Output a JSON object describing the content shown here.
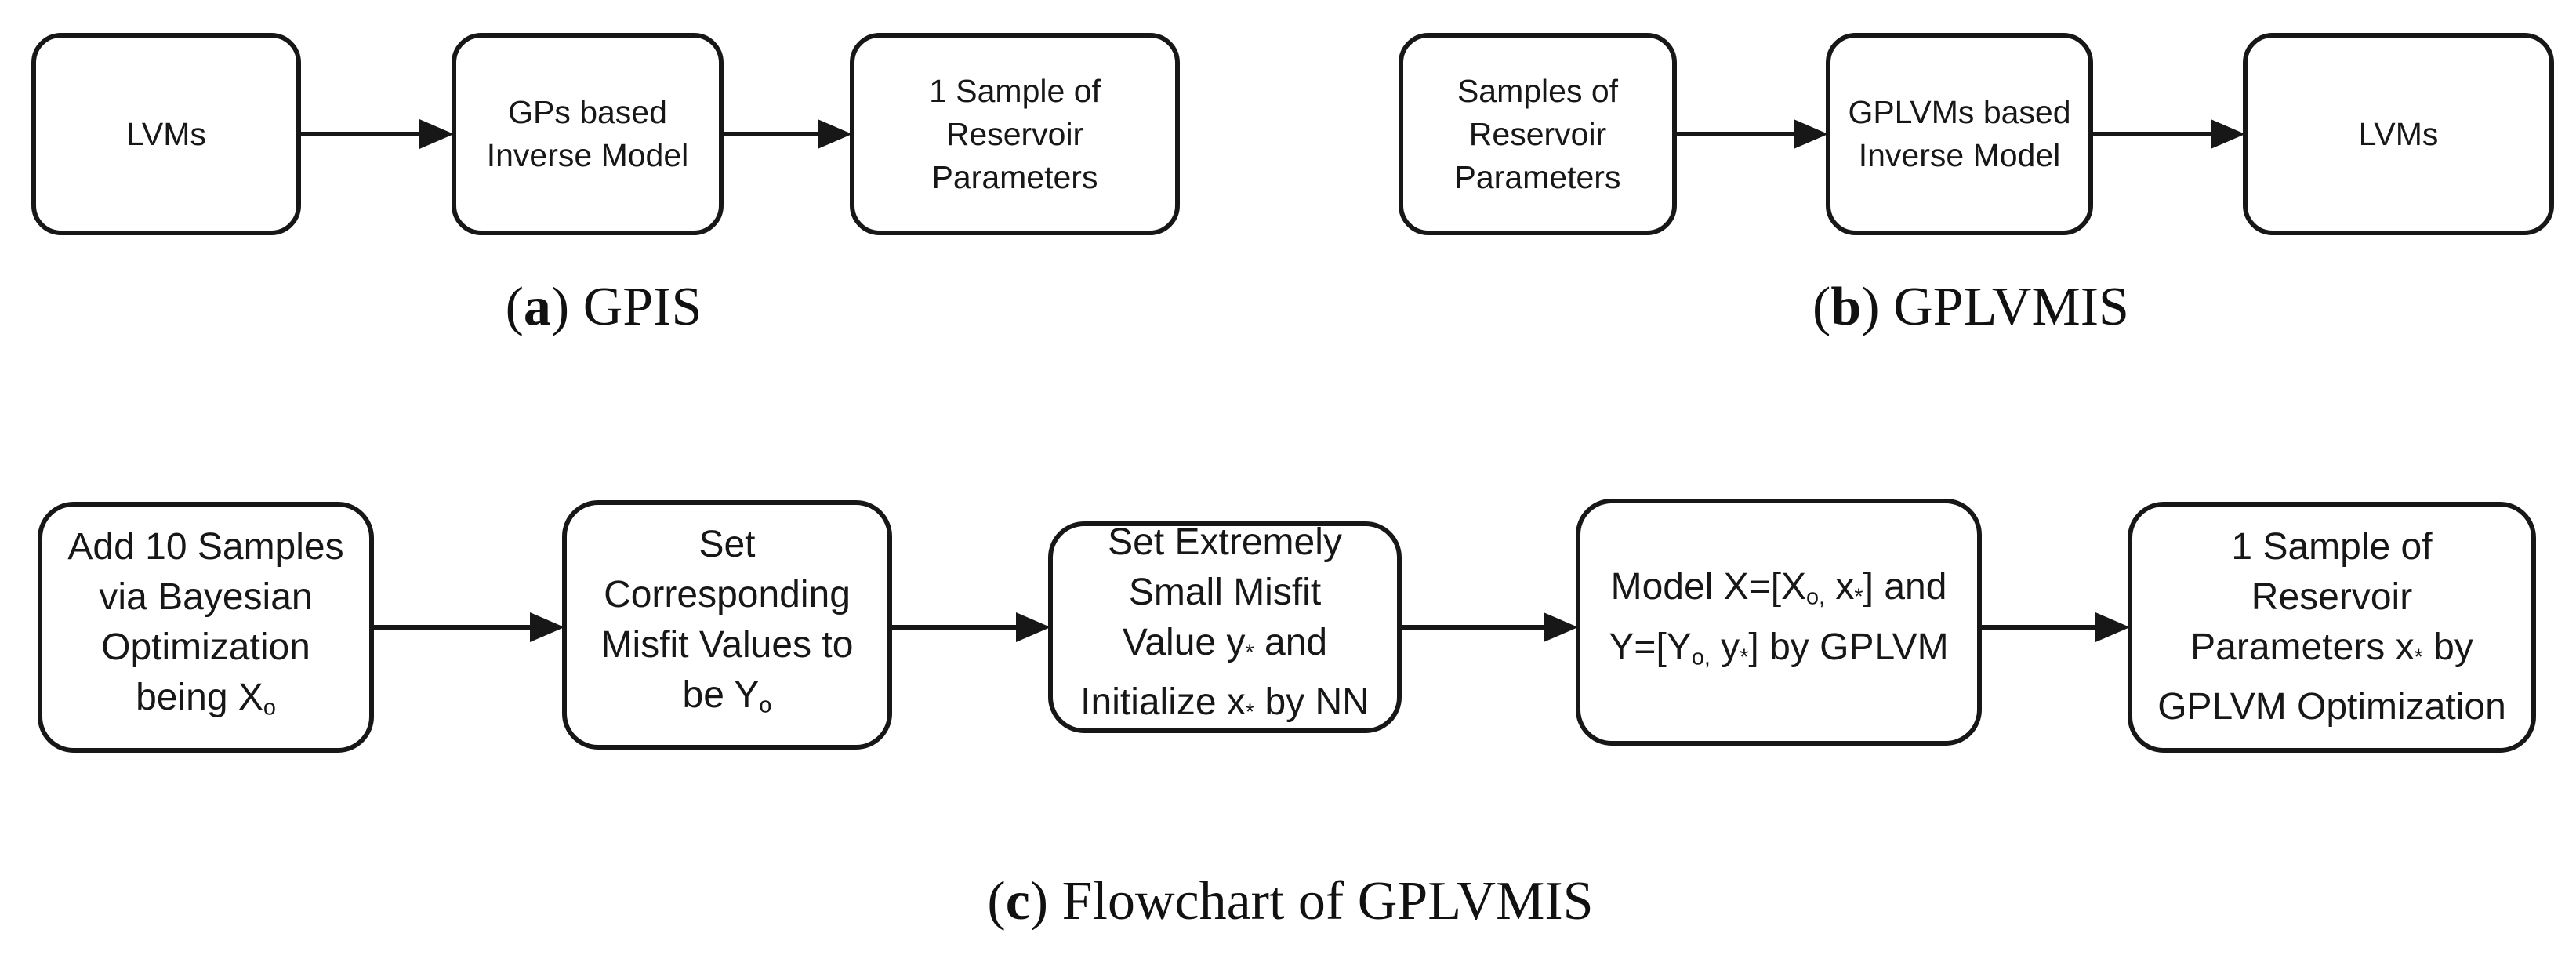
{
  "figure": {
    "panels": [
      {
        "id": "a",
        "caption": {
          "open": "(",
          "letter": "a",
          "close": ") ",
          "title": "GPIS"
        },
        "boxes": [
          {
            "name": "lvms",
            "lines": [
              [
                {
                  "t": "LVMs"
                }
              ]
            ]
          },
          {
            "name": "gps-based-inverse-model",
            "lines": [
              [
                {
                  "t": "GPs based"
                }
              ],
              [
                {
                  "t": "Inverse Model"
                }
              ]
            ]
          },
          {
            "name": "one-sample-of-reservoir-parameters",
            "lines": [
              [
                {
                  "t": "1 Sample of"
                }
              ],
              [
                {
                  "t": "Reservoir"
                }
              ],
              [
                {
                  "t": "Parameters"
                }
              ]
            ]
          }
        ]
      },
      {
        "id": "b",
        "caption": {
          "open": "(",
          "letter": "b",
          "close": ") ",
          "title": "GPLVMIS"
        },
        "boxes": [
          {
            "name": "samples-of-reservoir-parameters",
            "lines": [
              [
                {
                  "t": "Samples of"
                }
              ],
              [
                {
                  "t": "Reservoir"
                }
              ],
              [
                {
                  "t": "Parameters"
                }
              ]
            ]
          },
          {
            "name": "gplvms-based-inverse-model",
            "lines": [
              [
                {
                  "t": "GPLVMs based"
                }
              ],
              [
                {
                  "t": "Inverse Model"
                }
              ]
            ]
          },
          {
            "name": "lvms-output",
            "lines": [
              [
                {
                  "t": "LVMs"
                }
              ]
            ]
          }
        ]
      },
      {
        "id": "c",
        "caption": {
          "open": "(",
          "letter": "c",
          "close": ") ",
          "title": "Flowchart of GPLVMIS"
        },
        "boxes": [
          {
            "name": "add-10-samples-bayesian-optimization",
            "lines": [
              [
                {
                  "t": "Add 10 Samples"
                }
              ],
              [
                {
                  "t": "via Bayesian"
                }
              ],
              [
                {
                  "t": "Optimization"
                }
              ],
              [
                {
                  "t": "being X"
                },
                {
                  "t": "o",
                  "sub": true
                }
              ]
            ]
          },
          {
            "name": "set-corresponding-misfit-values",
            "lines": [
              [
                {
                  "t": "Set"
                }
              ],
              [
                {
                  "t": "Corresponding"
                }
              ],
              [
                {
                  "t": "Misfit Values to"
                }
              ],
              [
                {
                  "t": "be Y"
                },
                {
                  "t": "o",
                  "sub": true
                }
              ]
            ]
          },
          {
            "name": "set-extremely-small-misfit-value",
            "lines": [
              [
                {
                  "t": "Set Extremely"
                }
              ],
              [
                {
                  "t": "Small Misfit"
                }
              ],
              [
                {
                  "t": "Value y"
                },
                {
                  "t": "*",
                  "sub": true
                },
                {
                  "t": " and"
                }
              ],
              [
                {
                  "t": "Initialize x"
                },
                {
                  "t": "*",
                  "sub": true
                },
                {
                  "t": " by NN"
                }
              ]
            ]
          },
          {
            "name": "model-x-y-by-gplvm",
            "lines": [
              [
                {
                  "t": "Model X=[X"
                },
                {
                  "t": "o,",
                  "sub": true
                },
                {
                  "t": " x"
                },
                {
                  "t": "*",
                  "sub": true
                },
                {
                  "t": "] and"
                }
              ],
              [
                {
                  "t": "Y=[Y"
                },
                {
                  "t": "o,",
                  "sub": true
                },
                {
                  "t": " y"
                },
                {
                  "t": "*",
                  "sub": true
                },
                {
                  "t": "] by GPLVM"
                }
              ]
            ]
          },
          {
            "name": "one-sample-by-gplvm-optimization",
            "lines": [
              [
                {
                  "t": "1 Sample of"
                }
              ],
              [
                {
                  "t": "Reservoir"
                }
              ],
              [
                {
                  "t": "Parameters x"
                },
                {
                  "t": "*",
                  "sub": true
                },
                {
                  "t": " by"
                }
              ],
              [
                {
                  "t": "GPLVM Optimization"
                }
              ]
            ]
          }
        ]
      }
    ]
  },
  "colors": {
    "stroke": "#171717",
    "background": "#ffffff",
    "text": "#171717"
  }
}
